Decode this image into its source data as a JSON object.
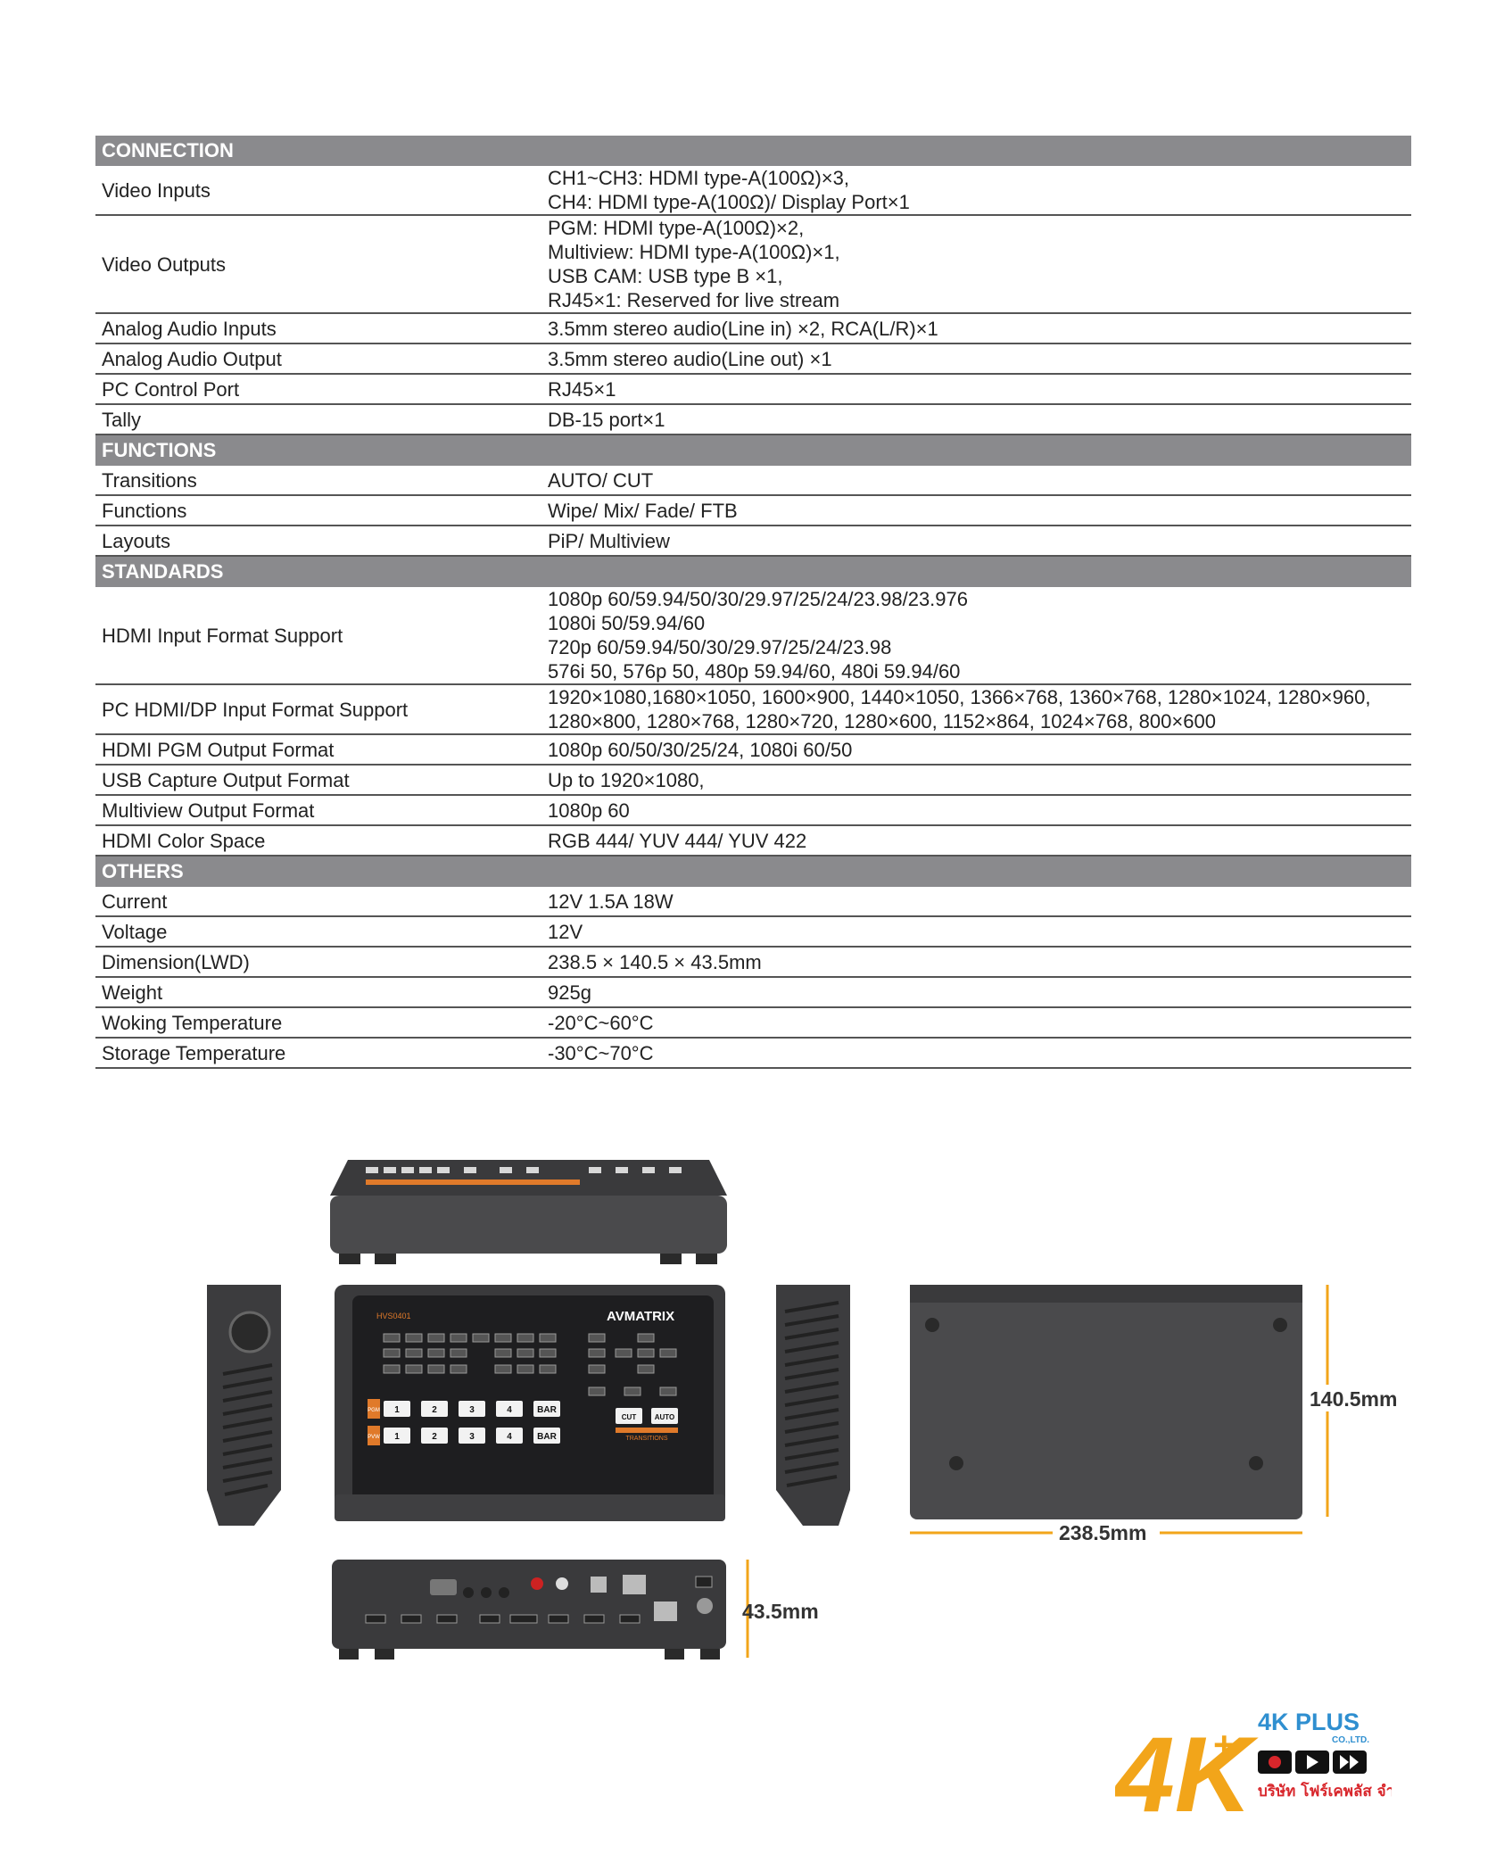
{
  "spec_sections": [
    {
      "title": "CONNECTION",
      "rows": [
        {
          "label": "Video Inputs",
          "lines": [
            "CH1~CH3: HDMI type-A(100Ω)×3,",
            "CH4: HDMI type-A(100Ω)/ Display Port×1"
          ]
        },
        {
          "label": "Video Outputs",
          "lines": [
            "PGM: HDMI type-A(100Ω)×2,",
            "Multiview: HDMI type-A(100Ω)×1,",
            "USB CAM: USB type B ×1,",
            "RJ45×1: Reserved for live stream"
          ]
        },
        {
          "label": "Analog Audio Inputs",
          "lines": [
            "3.5mm stereo audio(Line in) ×2, RCA(L/R)×1"
          ]
        },
        {
          "label": "Analog Audio Output",
          "lines": [
            "3.5mm stereo audio(Line out) ×1"
          ]
        },
        {
          "label": "PC Control Port",
          "lines": [
            "RJ45×1"
          ]
        },
        {
          "label": "Tally",
          "lines": [
            "DB-15 port×1"
          ]
        }
      ]
    },
    {
      "title": "FUNCTIONS",
      "rows": [
        {
          "label": "Transitions",
          "lines": [
            "AUTO/ CUT"
          ]
        },
        {
          "label": "Functions",
          "lines": [
            "Wipe/ Mix/ Fade/ FTB"
          ]
        },
        {
          "label": "Layouts",
          "lines": [
            "PiP/ Multiview"
          ]
        }
      ]
    },
    {
      "title": "STANDARDS",
      "rows": [
        {
          "label": "HDMI Input Format Support",
          "lines": [
            "1080p 60/59.94/50/30/29.97/25/24/23.98/23.976",
            "1080i 50/59.94/60",
            "720p 60/59.94/50/30/29.97/25/24/23.98",
            "576i 50, 576p 50, 480p 59.94/60, 480i 59.94/60"
          ]
        },
        {
          "label": "PC HDMI/DP Input Format Support",
          "lines": [
            "1920×1080,1680×1050, 1600×900, 1440×1050, 1366×768, 1360×768, 1280×1024, 1280×960,",
            "1280×800, 1280×768, 1280×720, 1280×600, 1152×864, 1024×768, 800×600"
          ]
        },
        {
          "label": "HDMI PGM Output Format",
          "lines": [
            "1080p 60/50/30/25/24, 1080i 60/50"
          ]
        },
        {
          "label": "USB Capture Output Format",
          "lines": [
            "Up to 1920×1080,"
          ]
        },
        {
          "label": "Multiview Output Format",
          "lines": [
            "1080p 60"
          ]
        },
        {
          "label": "HDMI Color Space",
          "lines": [
            "RGB 444/ YUV 444/ YUV 422"
          ]
        }
      ]
    },
    {
      "title": "OTHERS",
      "rows": [
        {
          "label": "Current",
          "lines": [
            "12V 1.5A  18W"
          ]
        },
        {
          "label": "Voltage",
          "lines": [
            "12V"
          ]
        },
        {
          "label": "Dimension(LWD)",
          "lines": [
            "238.5 × 140.5 × 43.5mm"
          ]
        },
        {
          "label": "Weight",
          "lines": [
            "925g"
          ]
        },
        {
          "label": "Woking Temperature",
          "lines": [
            "-20°C~60°C"
          ]
        },
        {
          "label": "Storage Temperature",
          "lines": [
            "-30°C~70°C"
          ]
        }
      ]
    }
  ],
  "drawing": {
    "brand": "AVMATRIX",
    "model": "HVS0401",
    "dim_height": "140.5mm",
    "dim_width": "238.5mm",
    "dim_depth": "43.5mm",
    "pgm_buttons": [
      "1",
      "2",
      "3",
      "4",
      "BAR"
    ],
    "pvw_buttons": [
      "1",
      "2",
      "3",
      "4",
      "BAR"
    ],
    "cut_label": "CUT",
    "auto_label": "AUTO",
    "pgm_tag": "PGM",
    "pvw_tag": "PVW",
    "transitions_label": "TRANSITIONS"
  },
  "logo": {
    "mark": "4K",
    "name": "4K PLUS",
    "suffix": "CO.,LTD.",
    "thai_name": "บริษัท โฟร์เคพลัส จำกัด",
    "colors": {
      "orange": "#f2a51a",
      "blue": "#2f8fd0",
      "red": "#d8262b",
      "black": "#111111"
    }
  }
}
